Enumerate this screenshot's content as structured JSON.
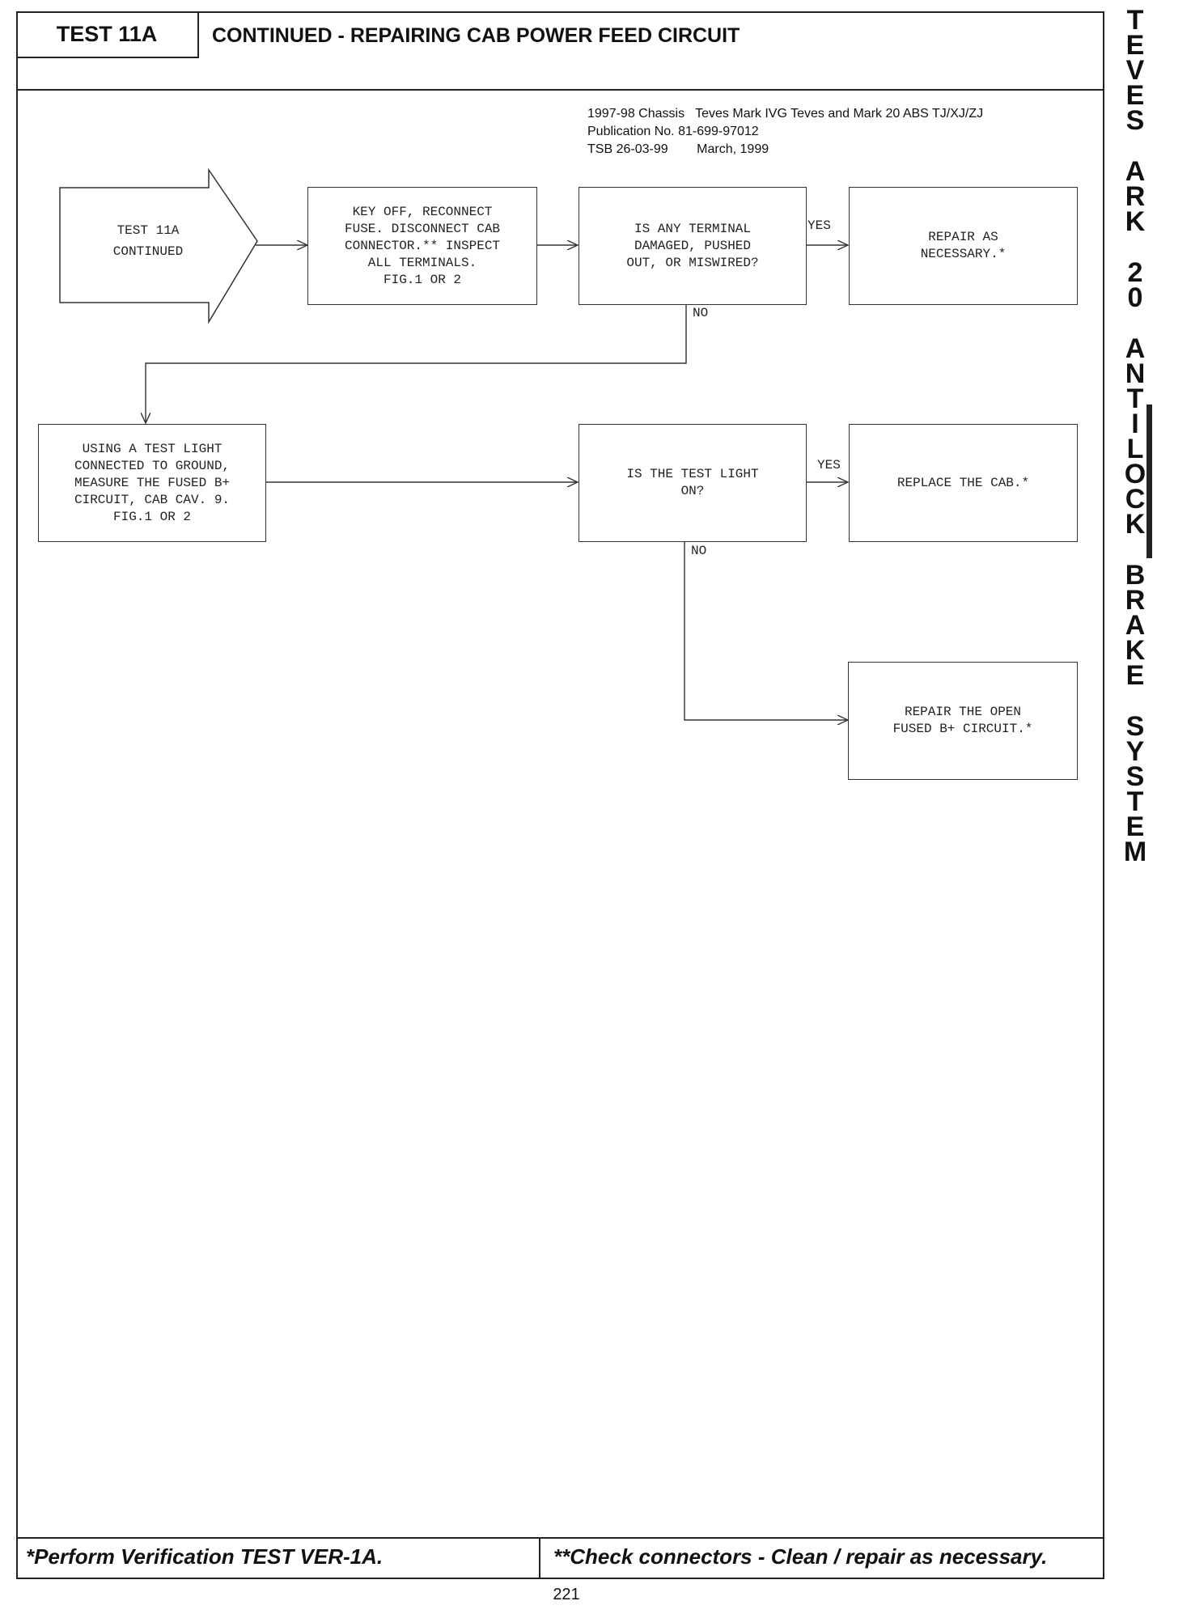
{
  "header": {
    "test_id": "TEST 11A",
    "title": "CONTINUED - REPAIRING CAB POWER FEED CIRCUIT"
  },
  "publication": {
    "line1": "1997-98 Chassis   Teves Mark IVG Teves and Mark 20 ABS TJ/XJ/ZJ",
    "line2": "Publication No. 81-699-97012",
    "line3": "TSB 26-03-99        March, 1999"
  },
  "flowchart": {
    "start": "TEST 11A\nCONTINUED",
    "step1": "KEY OFF, RECONNECT\nFUSE. DISCONNECT CAB\nCONNECTOR.** INSPECT\nALL TERMINALS.\nFIG.1 OR 2",
    "decision1": "IS ANY TERMINAL\nDAMAGED, PUSHED\nOUT, OR MISWIRED?",
    "result1": "REPAIR AS\nNECESSARY.*",
    "step2": "USING A TEST LIGHT\nCONNECTED TO GROUND,\nMEASURE THE FUSED B+\nCIRCUIT, CAB CAV. 9.\nFIG.1 OR 2",
    "decision2": "IS THE TEST LIGHT\nON?",
    "result2": "REPLACE THE CAB.*",
    "result3": "REPAIR THE OPEN\nFUSED B+ CIRCUIT.*",
    "label_yes1": "YES",
    "label_no1": "NO",
    "label_yes2": "YES",
    "label_no2": "NO"
  },
  "footer": {
    "left": "*Perform Verification TEST VER-1A.",
    "right": "**Check connectors - Clean / repair as necessary.",
    "page_number": "221"
  },
  "sidebar": {
    "words": [
      "TEVES",
      "ARK",
      "20",
      "ANTILOCK",
      "BRAKE",
      "SYSTEM"
    ]
  }
}
